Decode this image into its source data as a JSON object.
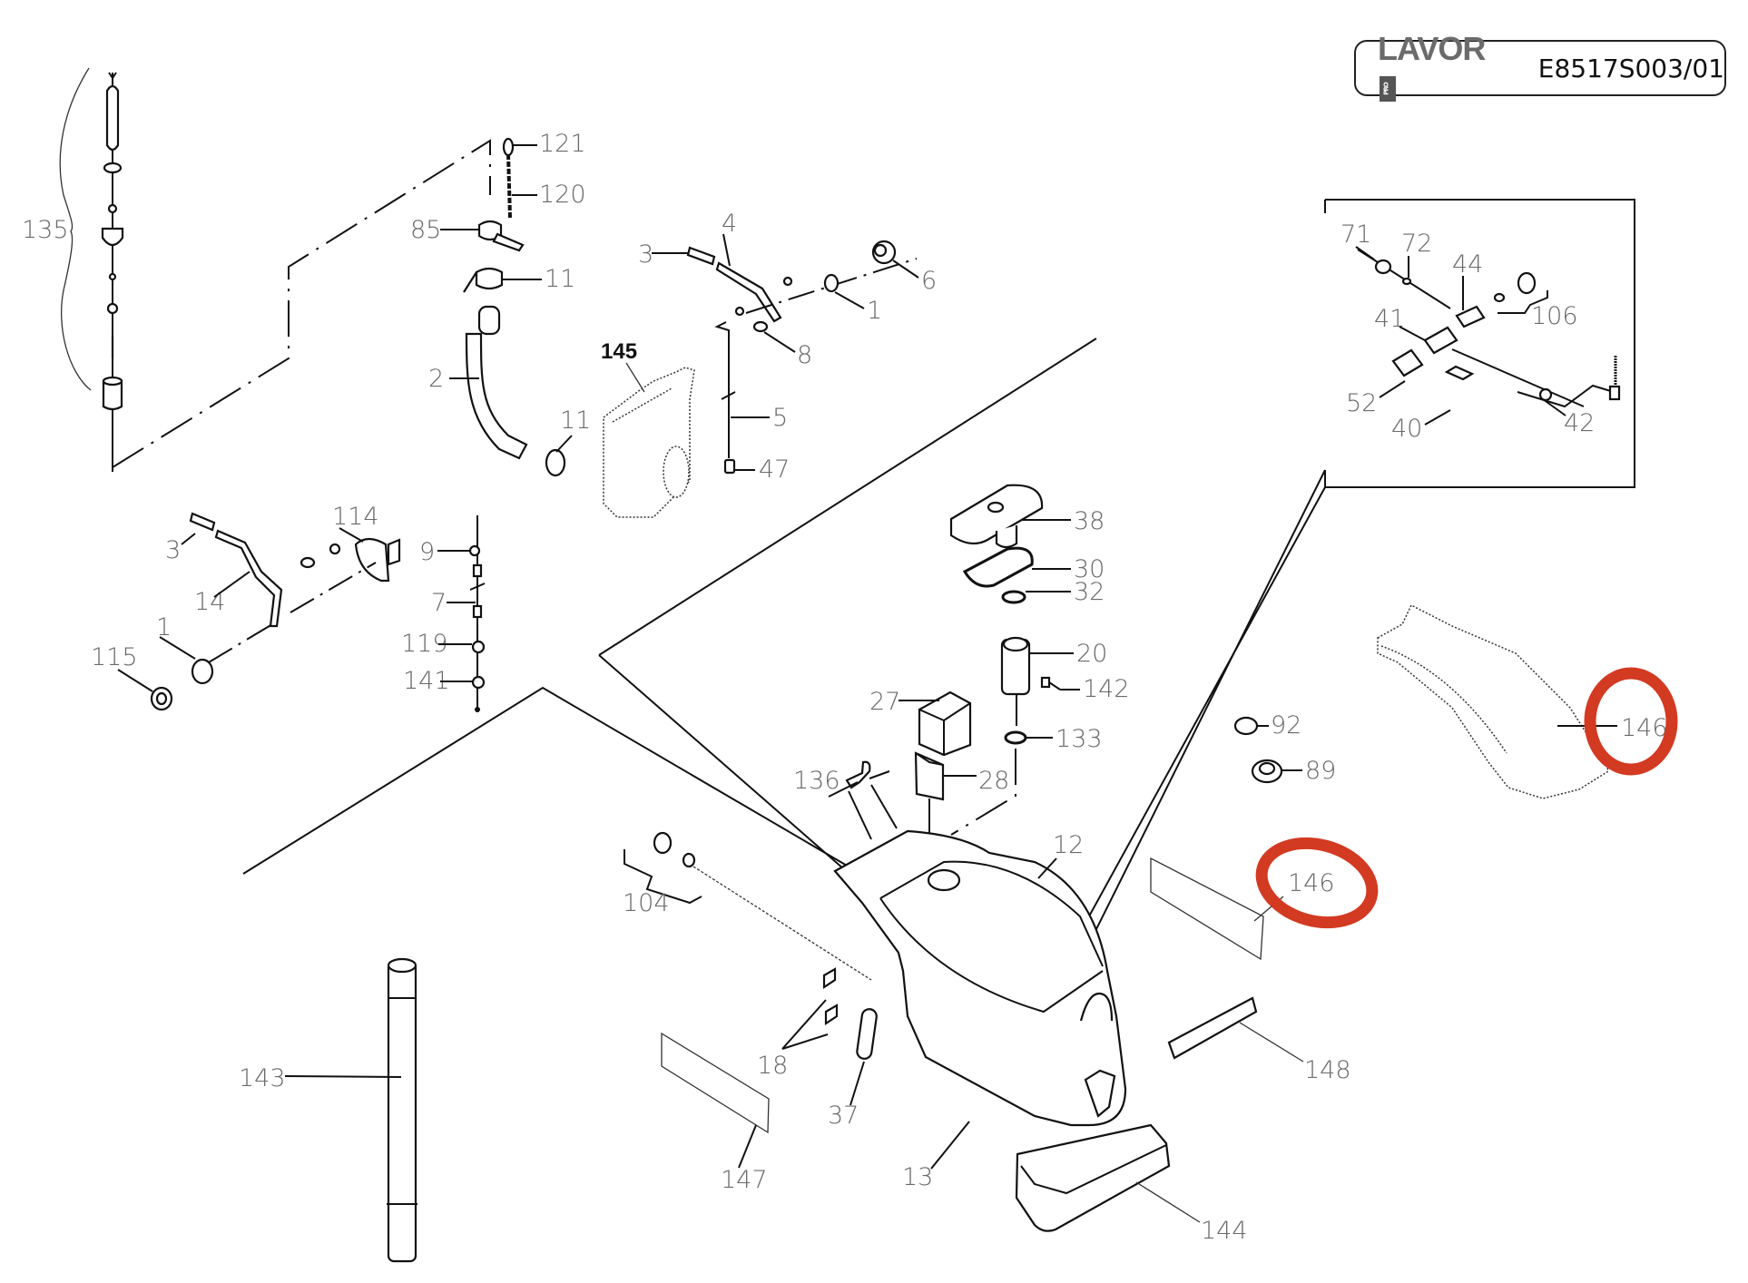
{
  "header": {
    "brand": "LAVOR",
    "brand_badge": "PRO",
    "document_code": "E8517S003/01"
  },
  "colors": {
    "highlight": "#d33a22",
    "line": "#111111",
    "label": "#6a6a6a"
  },
  "parts": {
    "p135": "135",
    "p121": "121",
    "p120": "120",
    "p85": "85",
    "p11a": "11",
    "p11b": "11",
    "p2": "2",
    "p3a": "3",
    "p4": "4",
    "p6": "6",
    "p1a": "1",
    "p8": "8",
    "p5": "5",
    "p47": "47",
    "p145": "145",
    "p71": "71",
    "p72": "72",
    "p44": "44",
    "p106": "106",
    "p41": "41",
    "p52": "52",
    "p40": "40",
    "p42": "42",
    "p3b": "3",
    "p114": "114",
    "p14": "14",
    "p115": "115",
    "p1b": "1",
    "p9": "9",
    "p7": "7",
    "p119": "119",
    "p141": "141",
    "p38": "38",
    "p30": "30",
    "p32": "32",
    "p20": "20",
    "p142": "142",
    "p133": "133",
    "p27": "27",
    "p28": "28",
    "p136": "136",
    "p12": "12",
    "p92": "92",
    "p89": "89",
    "p146a": "146",
    "p146b": "146",
    "p104": "104",
    "p18": "18",
    "p37": "37",
    "p147": "147",
    "p13": "13",
    "p148": "148",
    "p144": "144",
    "p143": "143"
  },
  "highlighted_parts": [
    "146",
    "146"
  ]
}
